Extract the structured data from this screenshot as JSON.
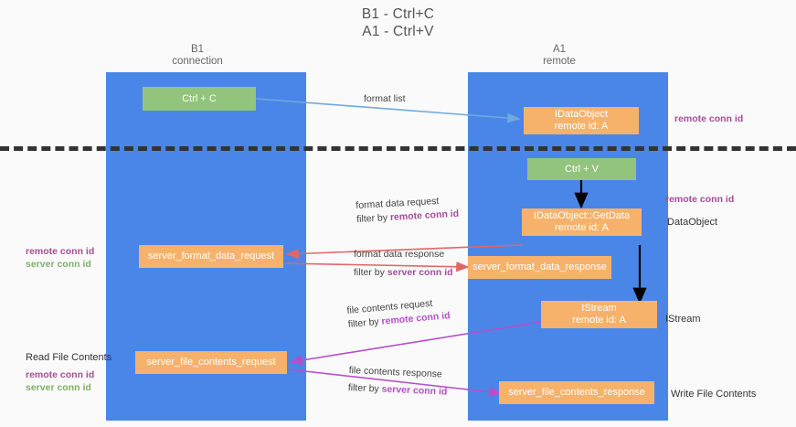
{
  "title": {
    "line1": "B1 - Ctrl+C",
    "line2": "A1 - Ctrl+V"
  },
  "columns": [
    {
      "name": "B1",
      "sub": "connection"
    },
    {
      "name": "A1",
      "sub": "remote"
    }
  ],
  "boxes": {
    "ctrl_c": {
      "label": "Ctrl + C"
    },
    "ctrl_v": {
      "label": "Ctrl + V"
    },
    "idataobject": {
      "line1": "IDataObject",
      "line2": "remote id: A"
    },
    "idataobject_getdata": {
      "line1": "IDataObject::GetData",
      "line2": "remote id: A"
    },
    "istream": {
      "line1": "IStream",
      "line2": "remote id: A"
    },
    "server_format_data_request": {
      "label": "server_format_data_request"
    },
    "server_format_data_response": {
      "label": "server_format_data_response"
    },
    "server_file_contents_request": {
      "label": "server_file_contents_request"
    },
    "server_file_contents_response": {
      "label": "server_file_contents_response"
    }
  },
  "edges": {
    "format_list": {
      "label": "format list"
    },
    "format_data_request": {
      "line1": "format data request",
      "line2_prefix": "filter by ",
      "line2_key": "remote conn id"
    },
    "format_data_response": {
      "line1": "format data response",
      "line2_prefix": "filter by ",
      "line2_key": "server conn id"
    },
    "file_contents_request": {
      "line1": "file contents request",
      "line2_prefix": "filter by ",
      "line2_key": "remote conn id"
    },
    "file_contents_response": {
      "line1": "file contents response",
      "line2_prefix": "filter by ",
      "line2_key": "server conn id"
    }
  },
  "annotations": {
    "right_remote_conn_id_top": "remote conn id",
    "right_remote_conn_id_mid": "remote conn id",
    "right_dataobject": "DataObject",
    "right_istream": "IStream",
    "right_write_file_contents": "Write File Contents",
    "left_read_file_contents": "Read File Contents",
    "left_remote_conn_id_a": "remote conn id",
    "left_server_conn_id_a": "server conn id",
    "left_remote_conn_id_b": "remote conn id",
    "left_server_conn_id_b": "server conn id"
  },
  "colors": {
    "lane": "#4a86e8",
    "green_box": "#93c47d",
    "orange_box": "#f6b26b",
    "arrow_blue": "#6fa8dc",
    "arrow_red": "#e06666",
    "arrow_purple": "#b64fc8",
    "arrow_black": "#000000",
    "divider": "#333333",
    "highlight_purple": "#a64d9a",
    "highlight_green": "#7fb069",
    "background": "#fafafa"
  }
}
